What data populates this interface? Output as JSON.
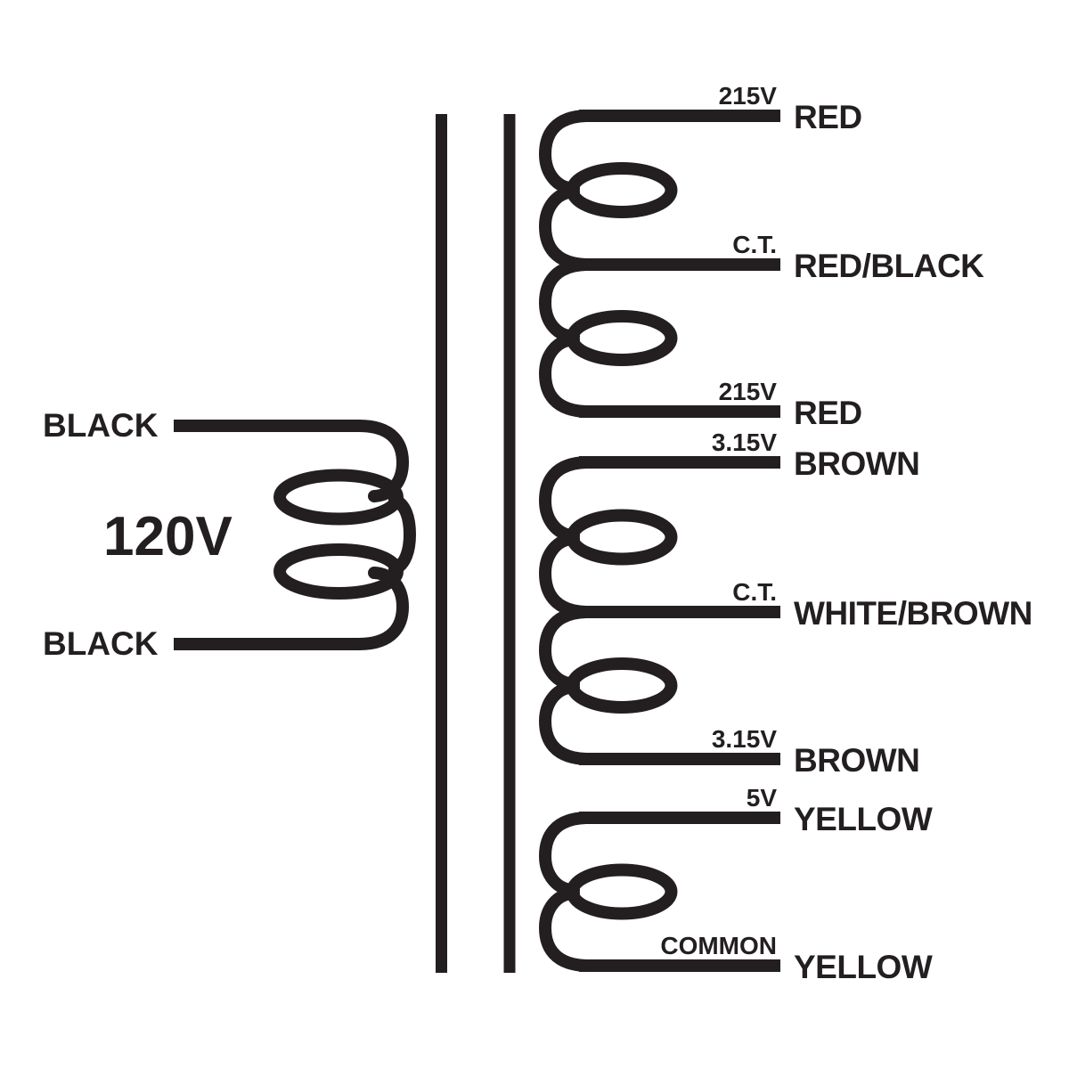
{
  "background_color": "#ffffff",
  "line_color": "#231f20",
  "primary": {
    "voltage": "120V",
    "leads": [
      {
        "wire": "BLACK"
      },
      {
        "wire": "BLACK"
      }
    ]
  },
  "secondary": {
    "windings": [
      {
        "leads": [
          {
            "tap": "215V",
            "wire": "RED"
          },
          {
            "tap": "C.T.",
            "wire": "RED/BLACK"
          },
          {
            "tap": "215V",
            "wire": "RED"
          }
        ]
      },
      {
        "leads": [
          {
            "tap": "3.15V",
            "wire": "BROWN"
          },
          {
            "tap": "C.T.",
            "wire": "WHITE/BROWN"
          },
          {
            "tap": "3.15V",
            "wire": "BROWN"
          }
        ]
      },
      {
        "leads": [
          {
            "tap": "5V",
            "wire": "YELLOW"
          },
          {
            "tap": "COMMON",
            "wire": "YELLOW"
          }
        ]
      }
    ]
  }
}
